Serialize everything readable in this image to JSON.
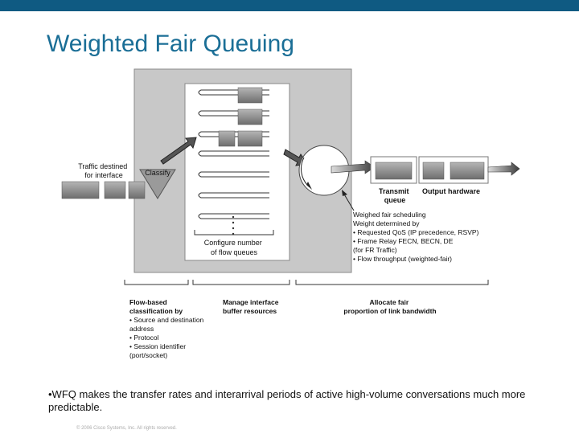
{
  "slide": {
    "title": "Weighted Fair Queuing",
    "bullet": "•WFQ makes the transfer rates and interarrival periods of active high-volume conversations much more predictable.",
    "footer": "© 2006 Cisco Systems, Inc. All rights reserved.",
    "colors": {
      "top_bar": "#0f5a82",
      "title": "#1a6e96",
      "panel": "#c8c8c8",
      "packet": "#8a8a8a"
    }
  },
  "diagram": {
    "traffic_label": [
      "Traffic destined",
      "for interface"
    ],
    "classify_label": "Classify",
    "configure_label": [
      "Configure number",
      "of flow queues"
    ],
    "transmit_label": [
      "Transmit",
      "queue"
    ],
    "output_label": "Output hardware",
    "scheduling_lines": [
      "Weighed fair scheduling",
      "Weight determined by",
      "• Requested QoS (IP precedence, RSVP)",
      "• Frame Relay FECN, BECN, DE",
      "  (for FR Traffic)",
      "• Flow throughput (weighted-fair)"
    ],
    "flow_lines": [
      "Flow-based",
      "classification by",
      "• Source and destination",
      "  address",
      "• Protocol",
      "• Session identifier",
      "  (port/socket)"
    ],
    "manage_lines": [
      "Manage interface",
      "buffer resources"
    ],
    "allocate_lines": [
      "Allocate fair",
      "proportion of link bandwidth"
    ]
  }
}
